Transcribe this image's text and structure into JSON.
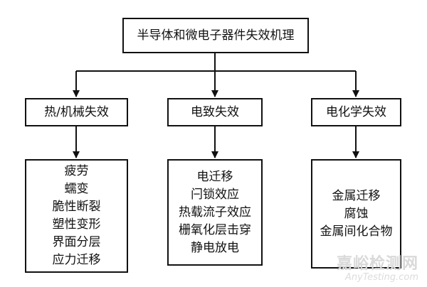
{
  "root": {
    "label": "半导体和微电子器件失效机理"
  },
  "categories": [
    {
      "label": "热/机械失效",
      "items": [
        "疲劳",
        "蠕变",
        "脆性断裂",
        "塑性变形",
        "界面分层",
        "应力迁移"
      ]
    },
    {
      "label": "电致失效",
      "items": [
        "电迁移",
        "闩锁效应",
        "热载流子效应",
        "栅氧化层击穿",
        "静电放电"
      ]
    },
    {
      "label": "电化学失效",
      "items": [
        "金属迁移",
        "腐蚀",
        "金属间化合物"
      ]
    }
  ],
  "watermark": {
    "main": "嘉峪检测网",
    "sub": "AnyTesting.com"
  },
  "colors": {
    "line": "#111111",
    "watermark": "#d9d9d9"
  }
}
